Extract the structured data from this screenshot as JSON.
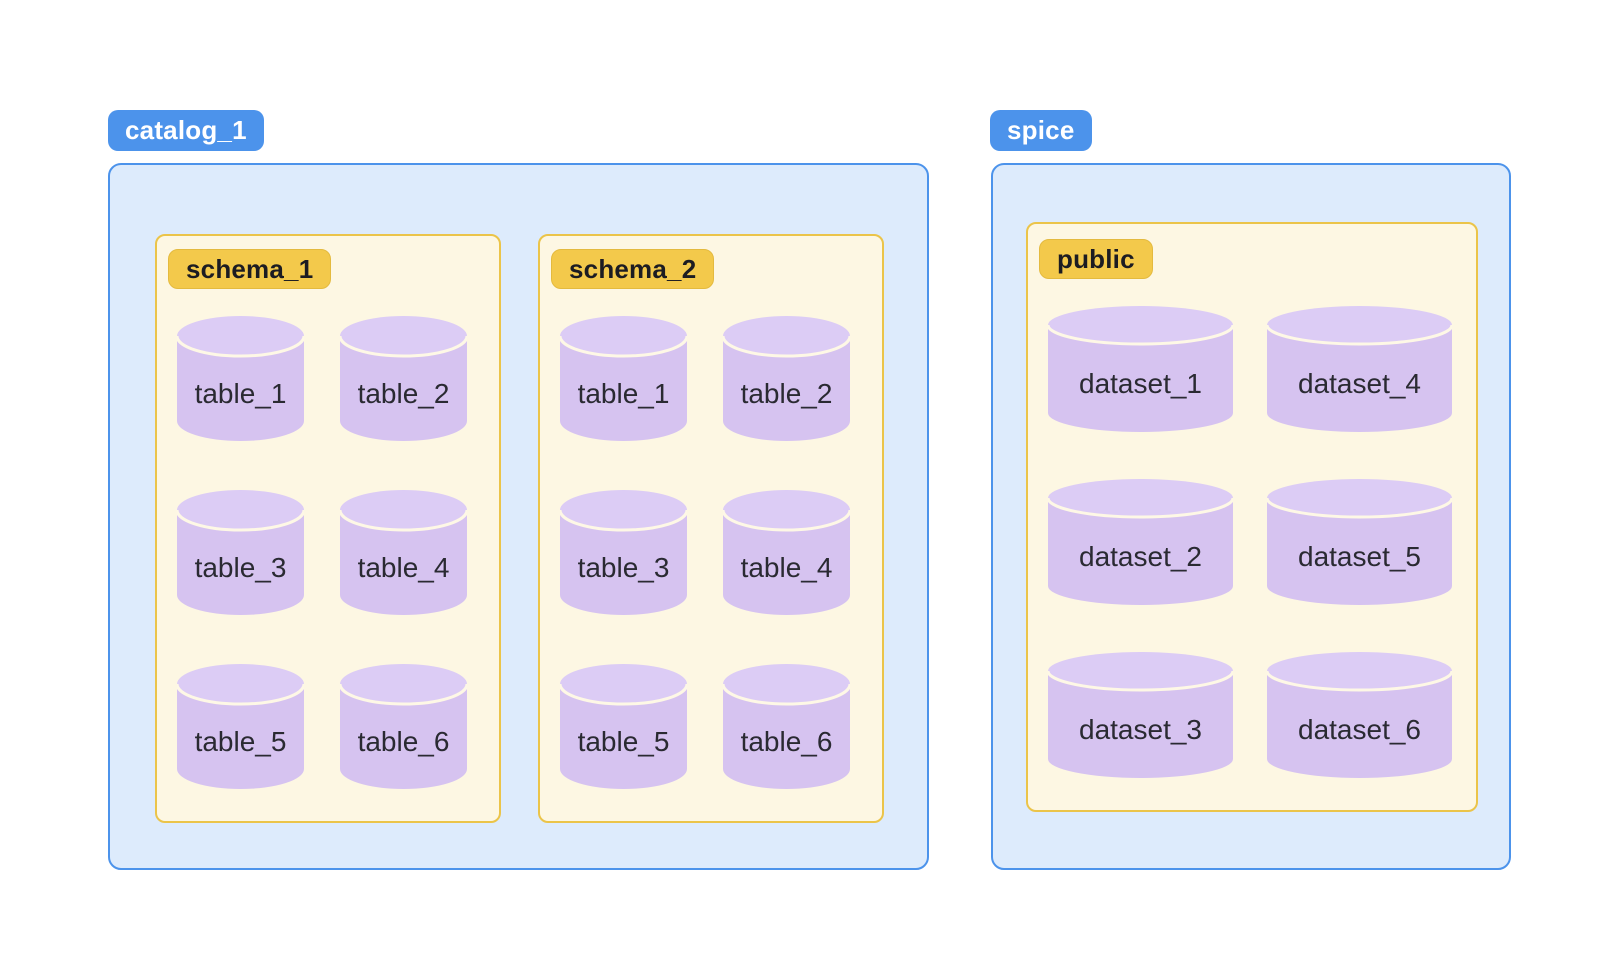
{
  "colors": {
    "blue_accent": "#4C93EB",
    "blue_fill": "#DDEBFC",
    "gold_label": "#F3C94B",
    "gold_label_border": "#E4BA3E",
    "gold_border": "#EBC449",
    "cream_fill": "#FDF7E3",
    "cyl_body": "#D6C3F0",
    "cyl_top": "#DCCCF5",
    "cyl_rim": "#FEF8E6",
    "cyl_text": "#2A2A32",
    "text_dark": "#1C1C22",
    "text_on_blue": "#FFFFFF"
  },
  "groups": [
    {
      "label": "catalog_1",
      "kind": "catalog",
      "sections": [
        {
          "label": "schema_1",
          "item_icon": "database-cylinder",
          "items": [
            "table_1",
            "table_2",
            "table_3",
            "table_4",
            "table_5",
            "table_6"
          ]
        },
        {
          "label": "schema_2",
          "item_icon": "database-cylinder",
          "items": [
            "table_1",
            "table_2",
            "table_3",
            "table_4",
            "table_5",
            "table_6"
          ]
        }
      ]
    },
    {
      "label": "spice",
      "kind": "catalog",
      "sections": [
        {
          "label": "public",
          "item_icon": "database-cylinder",
          "items": [
            "dataset_1",
            "dataset_2",
            "dataset_3",
            "dataset_4",
            "dataset_5",
            "dataset_6"
          ]
        }
      ]
    }
  ]
}
